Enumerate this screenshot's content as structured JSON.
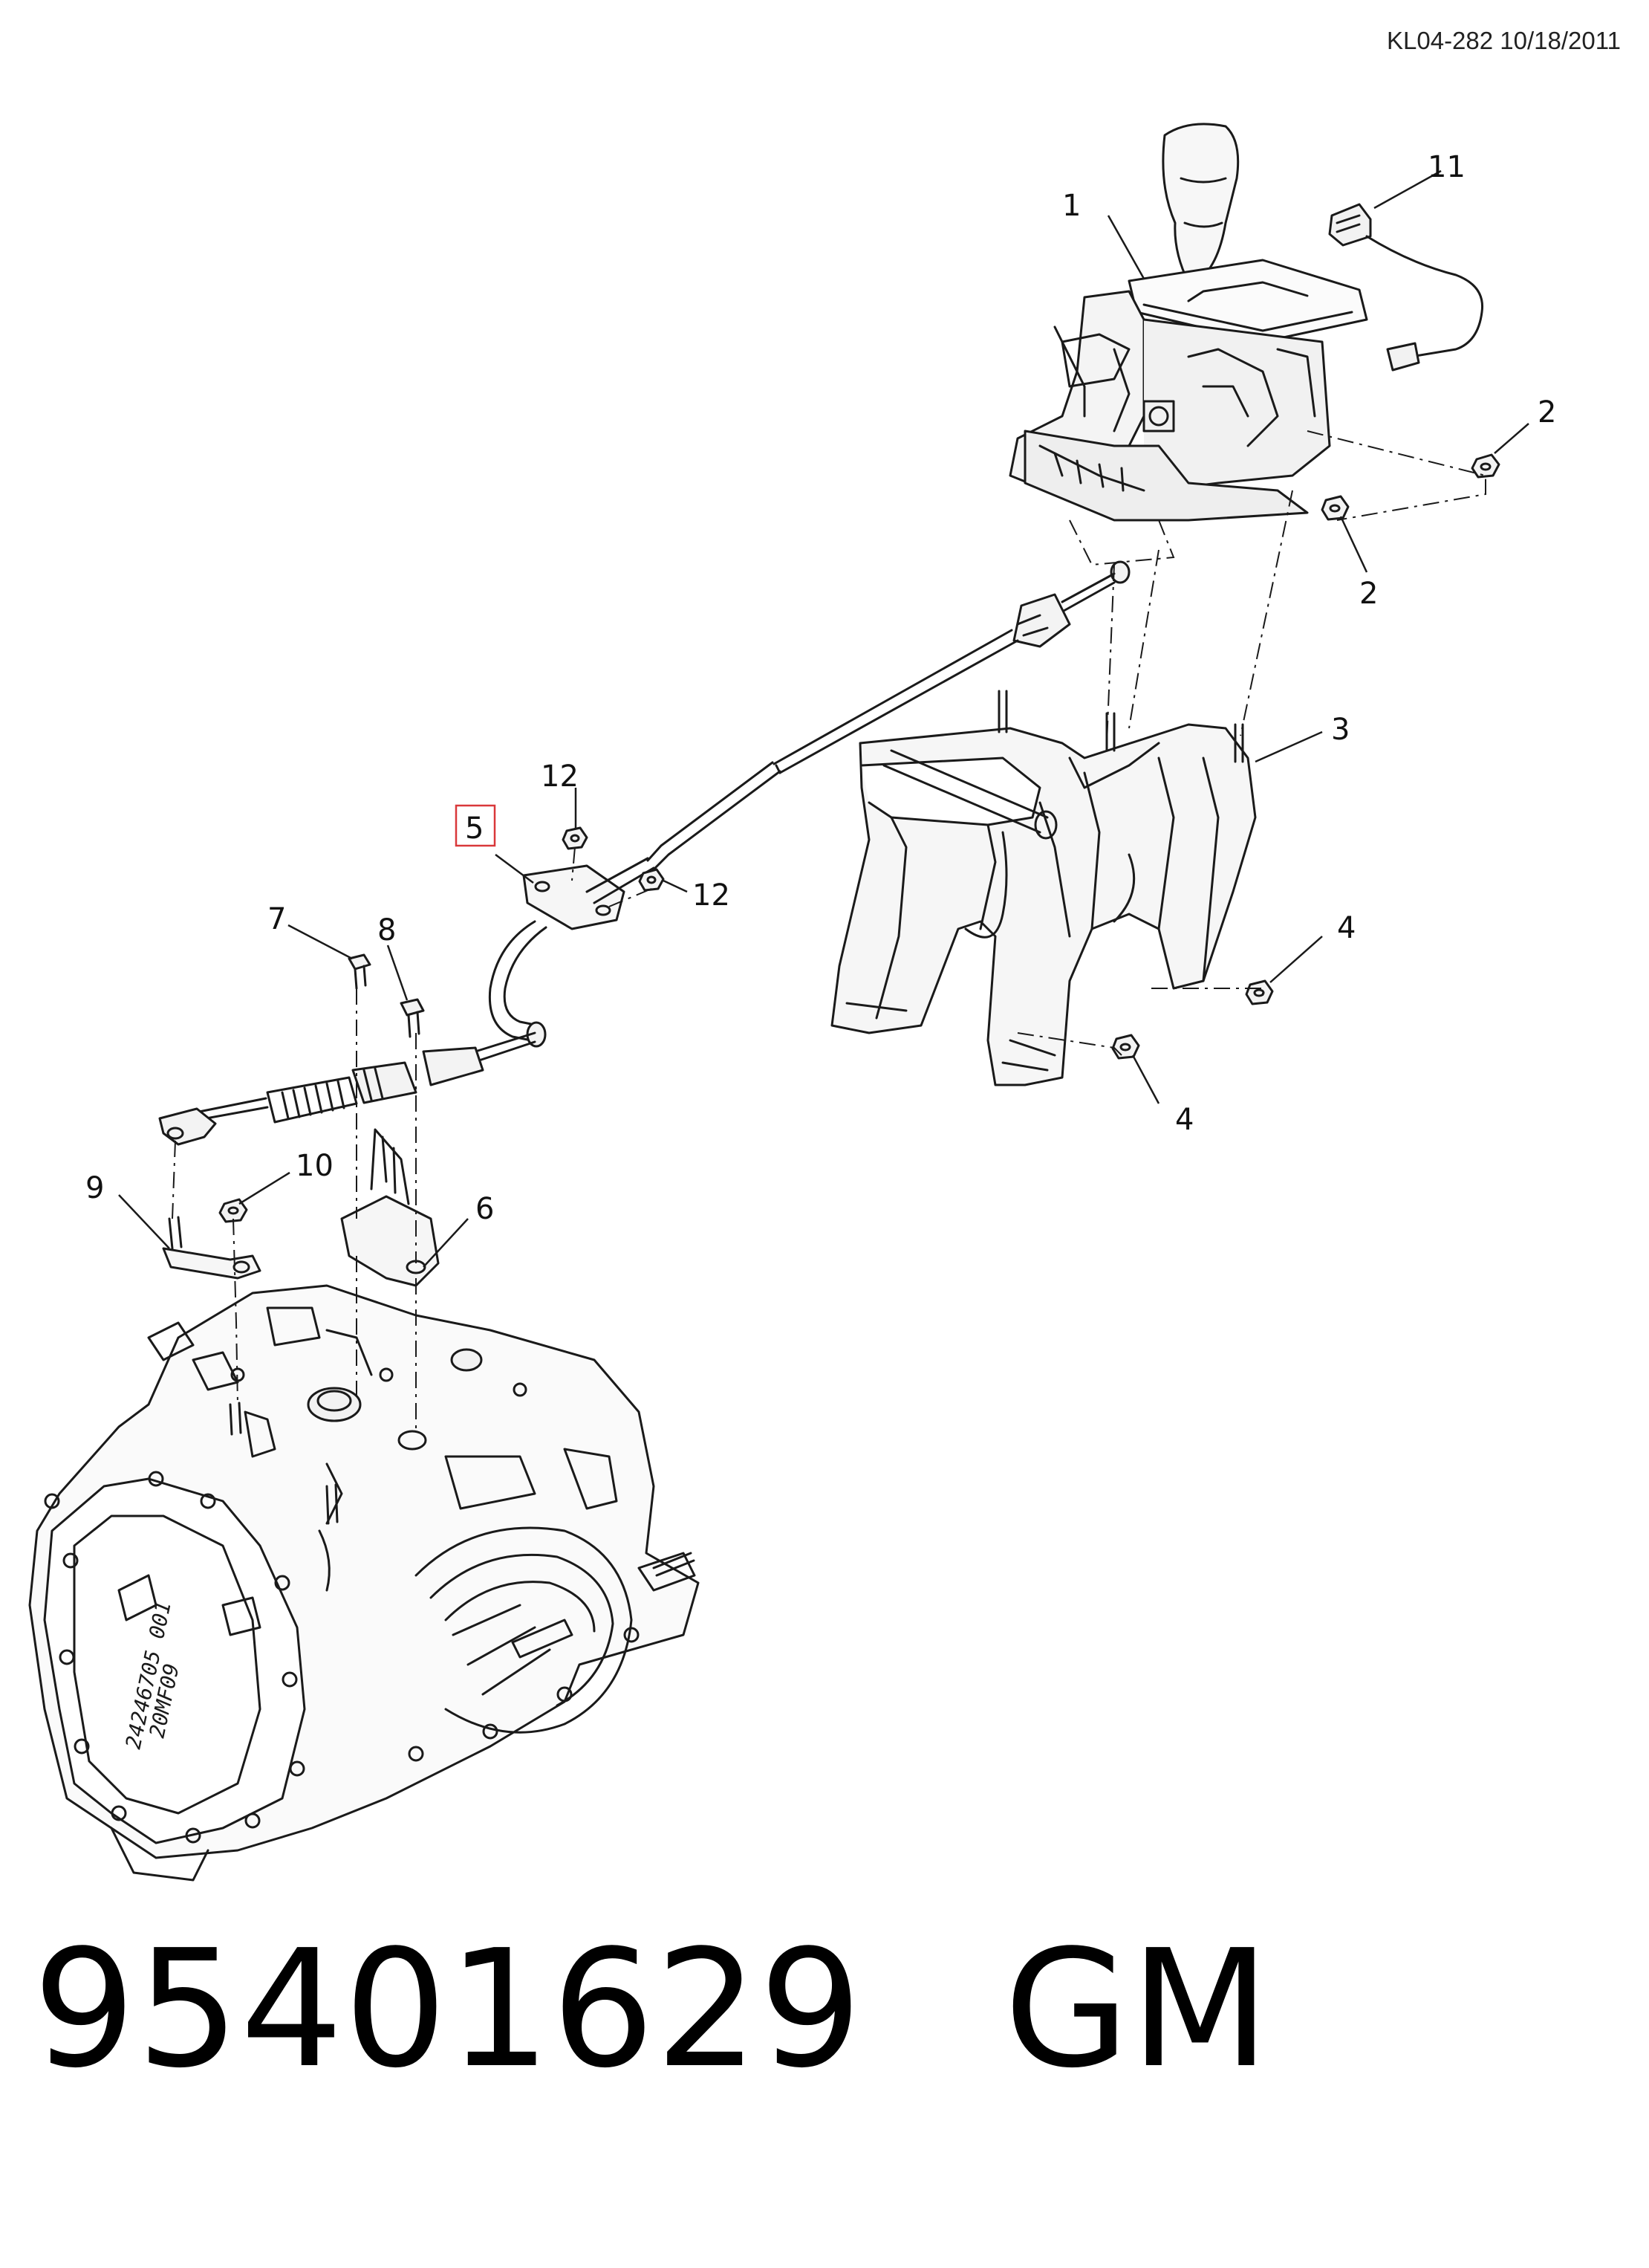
{
  "header": {
    "reference": "KL04-282 10/18/2011"
  },
  "callouts": [
    "1",
    "2",
    "2",
    "3",
    "4",
    "4",
    "5",
    "6",
    "7",
    "8",
    "9",
    "10",
    "11",
    "12",
    "12"
  ],
  "highlighted_callout": "5",
  "transmission_marking": {
    "line1": "24246705 001",
    "line2": "20MF09"
  },
  "footer": {
    "part_number": "95401629",
    "brand": "GM"
  },
  "colors": {
    "line": "#1a1a1a",
    "highlight_box": "#d9383a",
    "background": "#ffffff"
  }
}
